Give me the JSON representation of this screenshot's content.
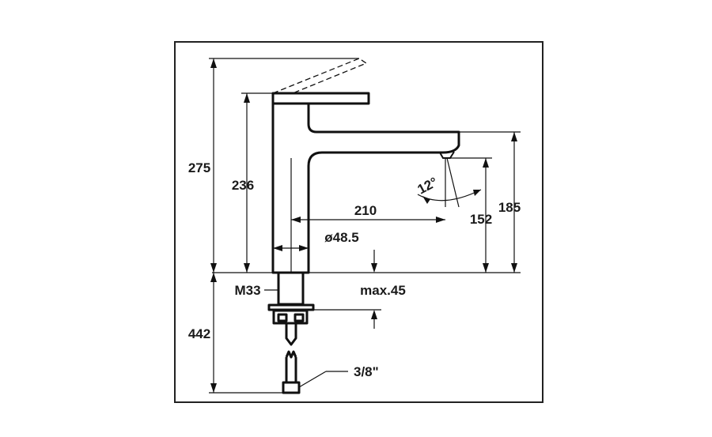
{
  "diagram": {
    "type": "technical-dimension-drawing",
    "dimensions": {
      "total_height": "275",
      "body_height": "236",
      "spout_reach": "210",
      "spout_angle": "12°",
      "spout_height_inner": "152",
      "spout_height_outer": "185",
      "body_diameter": "ø48.5",
      "thread": "M33",
      "max_deck_thickness": "max.45",
      "below_deck_length": "442",
      "connection_size": "3/8\""
    },
    "colors": {
      "line": "#111111",
      "background": "#ffffff",
      "frame": "#222222"
    }
  }
}
